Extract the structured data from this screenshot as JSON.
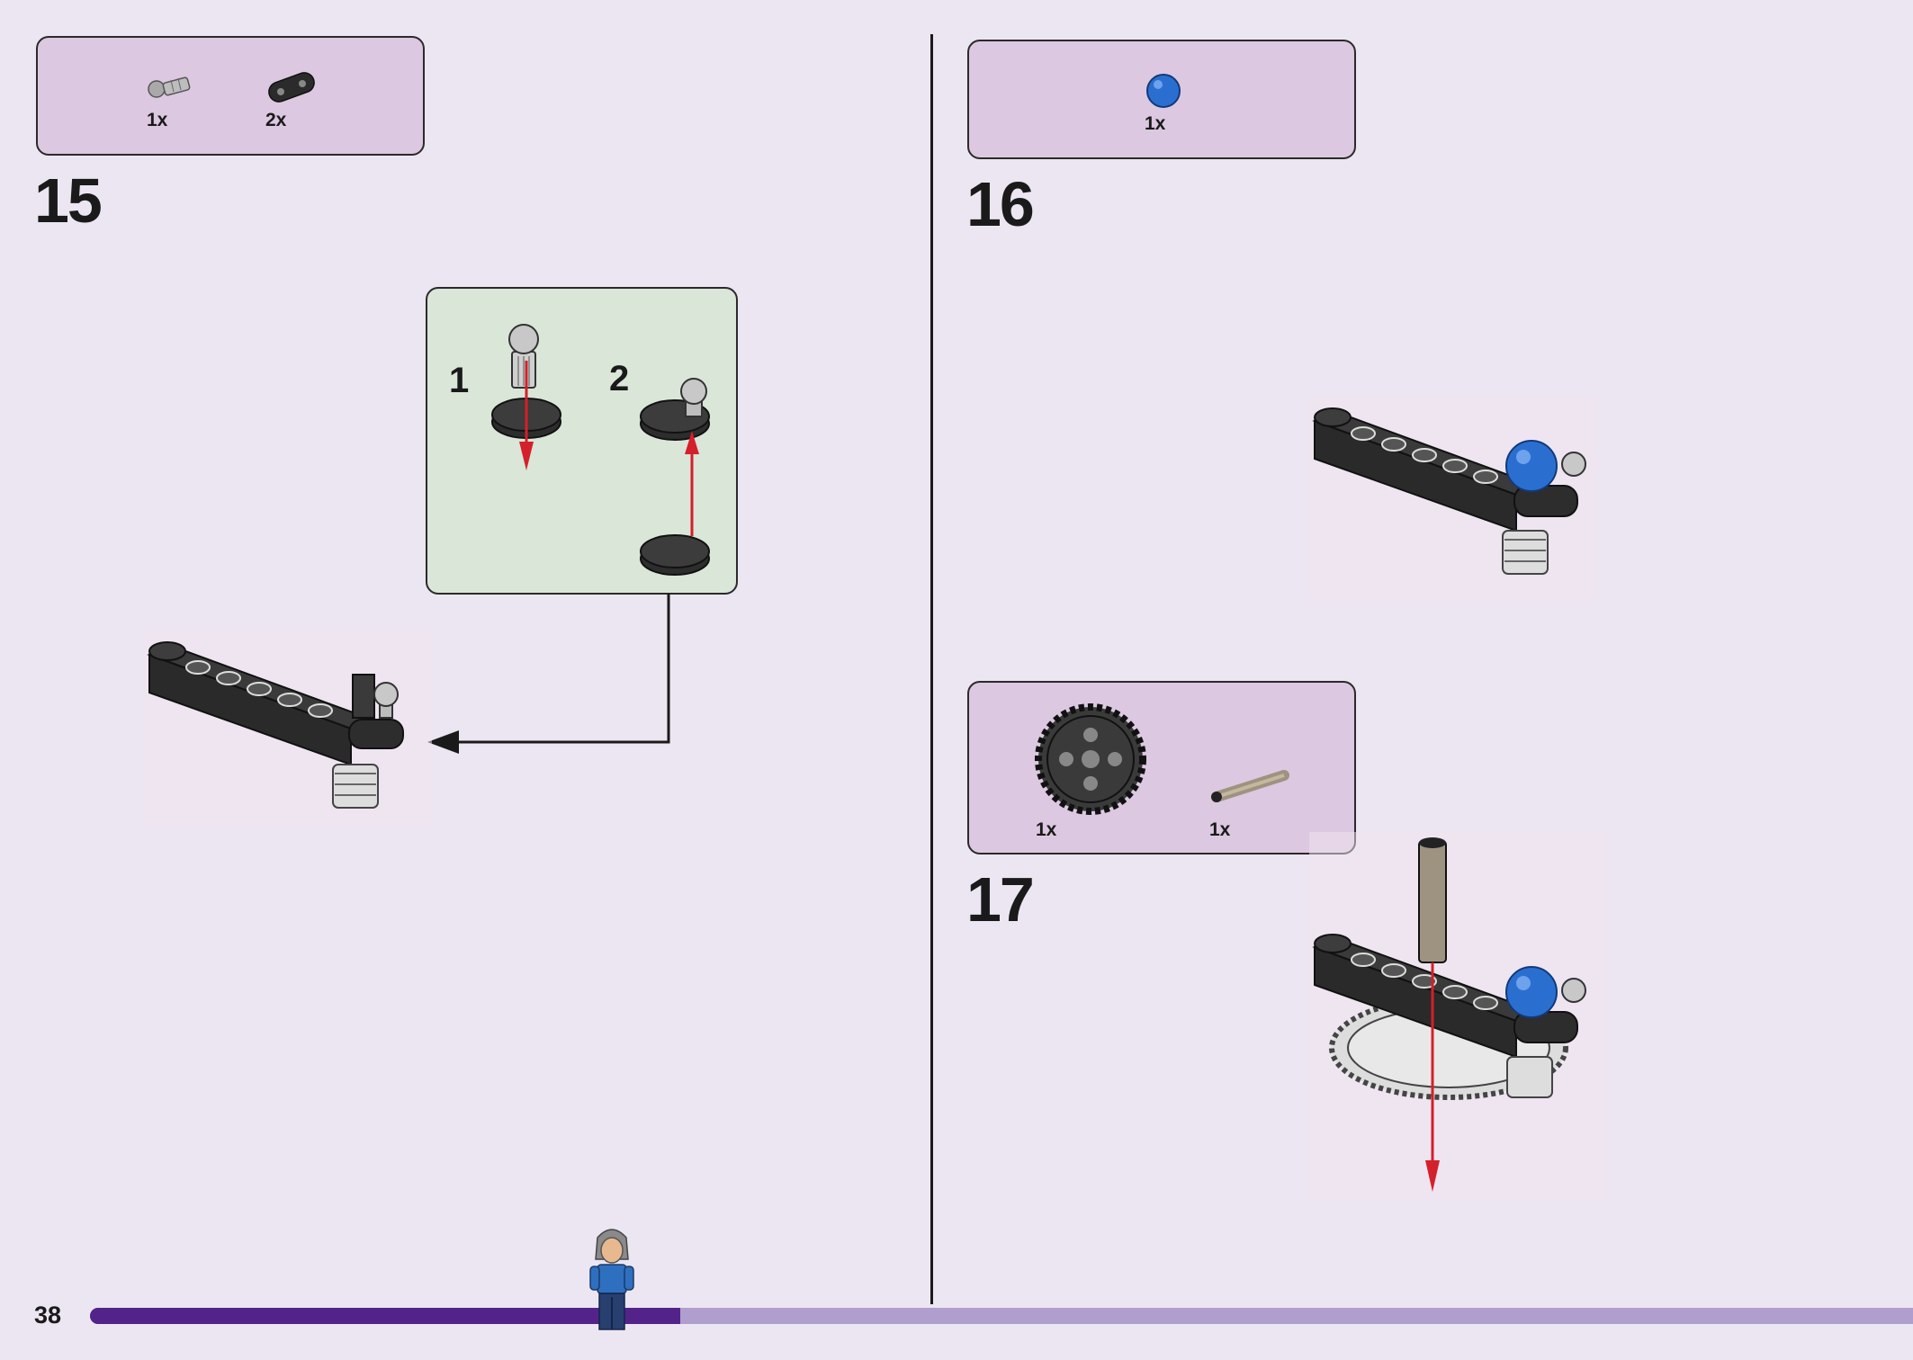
{
  "page": {
    "number": "38",
    "progress": 0.324
  },
  "colors": {
    "background": "#ece6f2",
    "parts_box": "#dcc8e0",
    "callout": "#d9e6d8",
    "progress_fill": "#54238a",
    "progress_track": "#b09fce",
    "arrow_red": "#d4202a"
  },
  "steps": [
    {
      "number": "15",
      "parts": [
        {
          "icon": "grey-ball-joint-pin-icon",
          "qty": "1x"
        },
        {
          "icon": "black-double-beam-icon",
          "qty": "2x"
        }
      ],
      "substeps": [
        "1",
        "2"
      ]
    },
    {
      "number": "16",
      "parts": [
        {
          "icon": "blue-ball-icon",
          "qty": "1x"
        }
      ]
    },
    {
      "number": "17",
      "parts": [
        {
          "icon": "gear-40-tooth-icon",
          "qty": "1x"
        },
        {
          "icon": "tan-axle-icon",
          "qty": "1x"
        }
      ]
    }
  ]
}
